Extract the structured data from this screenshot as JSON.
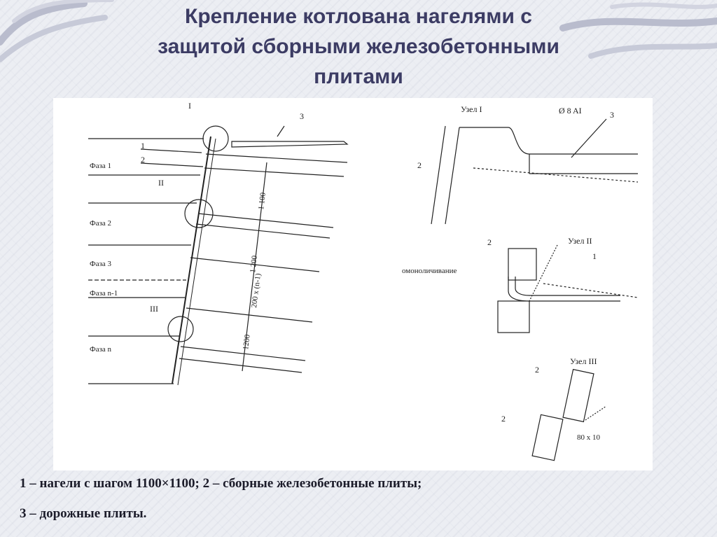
{
  "title": {
    "line1": "Крепление котлована нагелями с",
    "line2": "защитой сборными железобетонными",
    "line3": "плитами"
  },
  "drawing": {
    "phases": [
      "Фаза 1",
      "Фаза 2",
      "Фаза 3",
      "Фаза n-1",
      "Фаза n"
    ],
    "node_markers": [
      "I",
      "II",
      "III"
    ],
    "dim_1100": "1 100",
    "dim_1200": "1 200",
    "dim_1200_bottom": "1200",
    "dim_step": "200 x (n-1)",
    "node1_title": "Узел I",
    "node1_spec": "Ø 8 AI",
    "node2_title": "Узел II",
    "node2_label": "омоноличивание",
    "node3_title": "Узел III",
    "node3_dim": "80 x 10",
    "callout_1": "1",
    "callout_2": "2",
    "callout_3": "3"
  },
  "legend": {
    "line1": "1 – нагели с шагом 1100×1100; 2 – сборные железобетонные плиты;",
    "line2": "3 – дорожные плиты."
  },
  "colors": {
    "title": "#3c3c64",
    "legend": "#1c1c2a",
    "ink": "#222222"
  }
}
